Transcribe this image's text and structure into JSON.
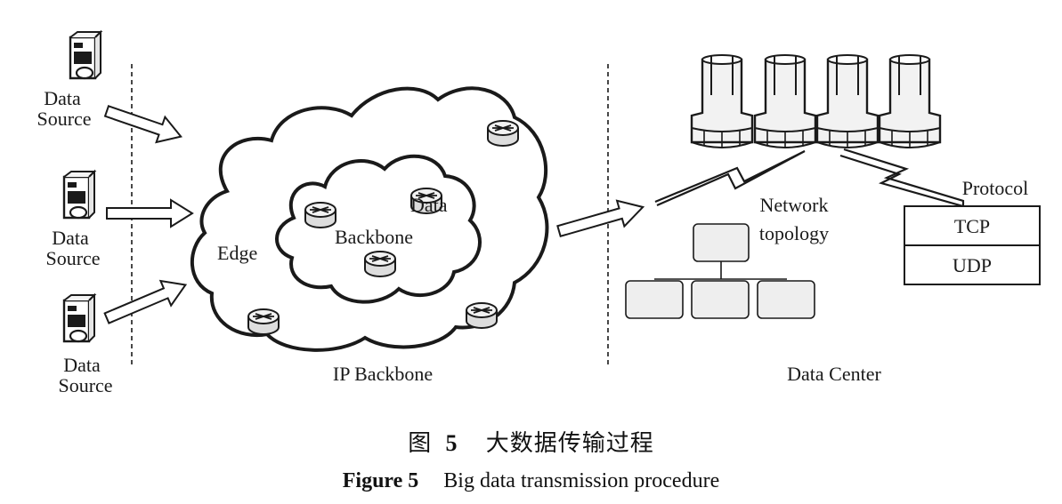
{
  "sources": [
    {
      "line1": "Data",
      "line2": "Source"
    },
    {
      "line1": "Data",
      "line2": "Source"
    },
    {
      "line1": "Data",
      "line2": "Source"
    }
  ],
  "cloud": {
    "edge_label": "Edge",
    "backbone_label": "Backbone",
    "data_label": "Data",
    "section_label": "IP Backbone"
  },
  "datacenter": {
    "network_line1": "Network",
    "network_line2": "topology",
    "protocol_label": "Protocol",
    "protocols": [
      "TCP",
      "UDP"
    ],
    "section_label": "Data Center"
  },
  "caption": {
    "zh_prefix": "图",
    "zh_number": "5",
    "zh_title": "大数据传输过程",
    "en_prefix": "Figure 5",
    "en_title": "Big data transmission procedure"
  },
  "colors": {
    "stroke": "#1a1a1a",
    "box_fill": "#eeeeee",
    "router_fill": "#dddddd"
  }
}
